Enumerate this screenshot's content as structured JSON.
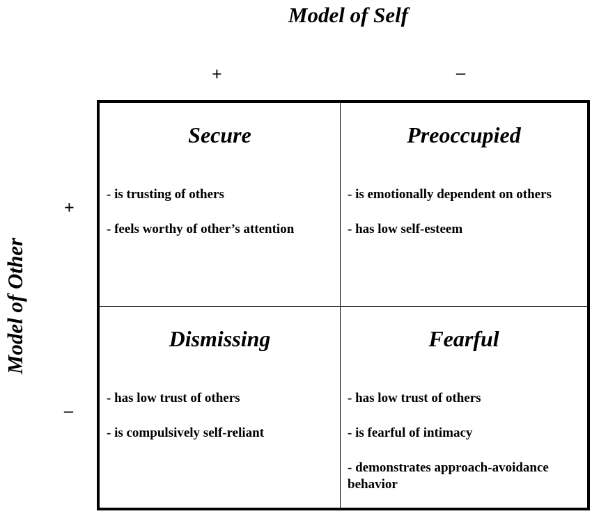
{
  "axes": {
    "top_title": "Model of Self",
    "side_title": "Model of Other",
    "col_plus": "+",
    "col_minus": "–",
    "row_plus": "+",
    "row_minus": "–"
  },
  "quadrants": [
    {
      "title": "Secure",
      "items": [
        "- is trusting of others",
        "- feels worthy of other’s attention"
      ]
    },
    {
      "title": "Preoccupied",
      "items": [
        "- is emotionally dependent on others",
        "- has low self-esteem"
      ]
    },
    {
      "title": "Dismissing",
      "items": [
        "- has low trust of others",
        "- is compulsively self-reliant"
      ]
    },
    {
      "title": "Fearful",
      "items": [
        "- has low trust of others",
        "- is fearful of intimacy",
        "- demonstrates approach-avoidance behavior"
      ]
    }
  ]
}
